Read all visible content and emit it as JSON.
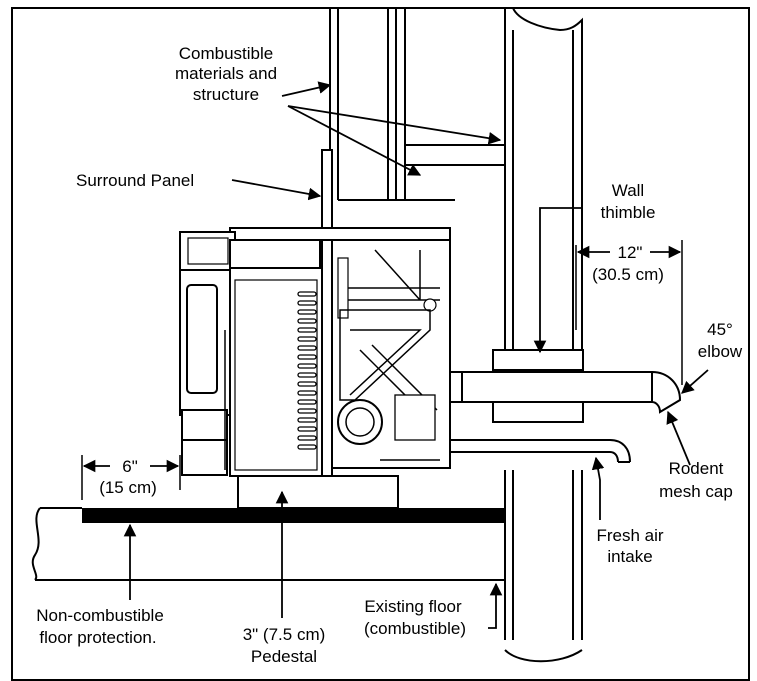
{
  "labels": {
    "combustible": [
      "Combustible",
      "materials and",
      "structure"
    ],
    "surround_panel": "Surround Panel",
    "wall_thimble": [
      "Wall",
      "thimble"
    ],
    "clearance_12": [
      "12\"",
      "(30.5 cm)"
    ],
    "elbow": [
      "45°",
      "elbow"
    ],
    "rodent_cap": [
      "Rodent",
      "mesh cap"
    ],
    "fresh_air": [
      "Fresh air",
      "intake"
    ],
    "clearance_6": [
      "6\"",
      "(15 cm)"
    ],
    "floor_protection": [
      "Non-combustible",
      "floor protection."
    ],
    "pedestal": [
      "3\" (7.5 cm)",
      "Pedestal"
    ],
    "existing_floor": [
      "Existing floor",
      "(combustible)"
    ]
  }
}
